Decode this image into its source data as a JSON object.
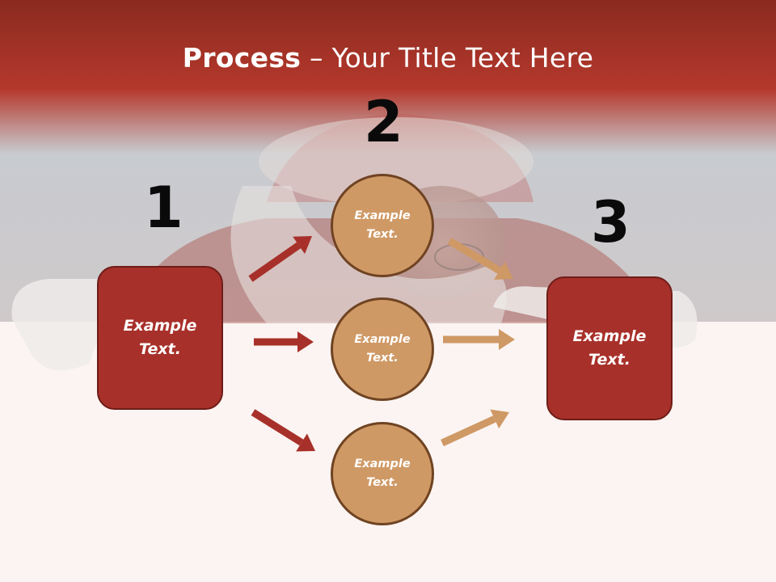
{
  "slide": {
    "title_bold": "Process",
    "title_rest": " – Your Title Text Here"
  },
  "steps": {
    "step1": {
      "number": "1",
      "text": "Example Text."
    },
    "step2": {
      "number": "2",
      "items": [
        {
          "text": "Example Text."
        },
        {
          "text": "Example Text."
        },
        {
          "text": "Example Text."
        }
      ]
    },
    "step3": {
      "number": "3",
      "text": "Example Text."
    }
  },
  "colors": {
    "box_fill": "#a8302a",
    "circle_fill": "#cf9965",
    "arrow_left": "#a8302a",
    "arrow_right": "#cf9965"
  }
}
